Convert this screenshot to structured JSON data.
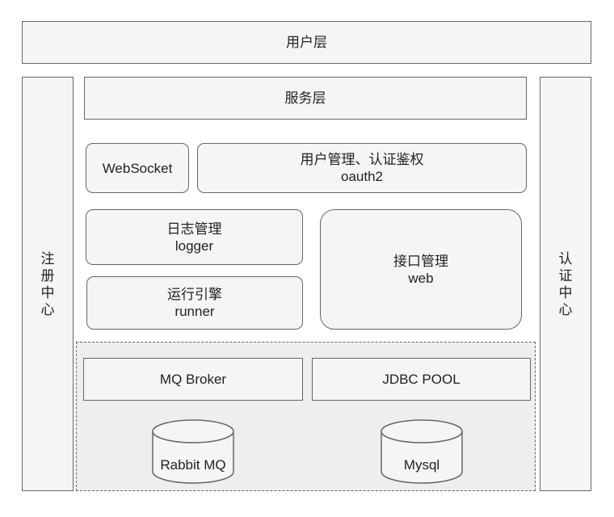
{
  "user_layer": {
    "label": "用户层"
  },
  "registry_center": {
    "chars": [
      "注",
      "册",
      "中",
      "心"
    ]
  },
  "auth_center": {
    "chars": [
      "认",
      "证",
      "中",
      "心"
    ]
  },
  "service_layer": {
    "label": "服务层"
  },
  "websocket": {
    "label": "WebSocket"
  },
  "user_auth": {
    "title": "用户管理、认证鉴权",
    "subtitle": "oauth2"
  },
  "logging": {
    "title": "日志管理",
    "subtitle": "logger"
  },
  "runtime_engine": {
    "title": "运行引擎",
    "subtitle": "runner"
  },
  "api_management": {
    "title": "接口管理",
    "subtitle": "web"
  },
  "mq_broker": {
    "label": "MQ Broker"
  },
  "jdbc_pool": {
    "label": "JDBC POOL"
  },
  "rabbitmq": {
    "label": "Rabbit MQ"
  },
  "mysql": {
    "label": "Mysql"
  }
}
